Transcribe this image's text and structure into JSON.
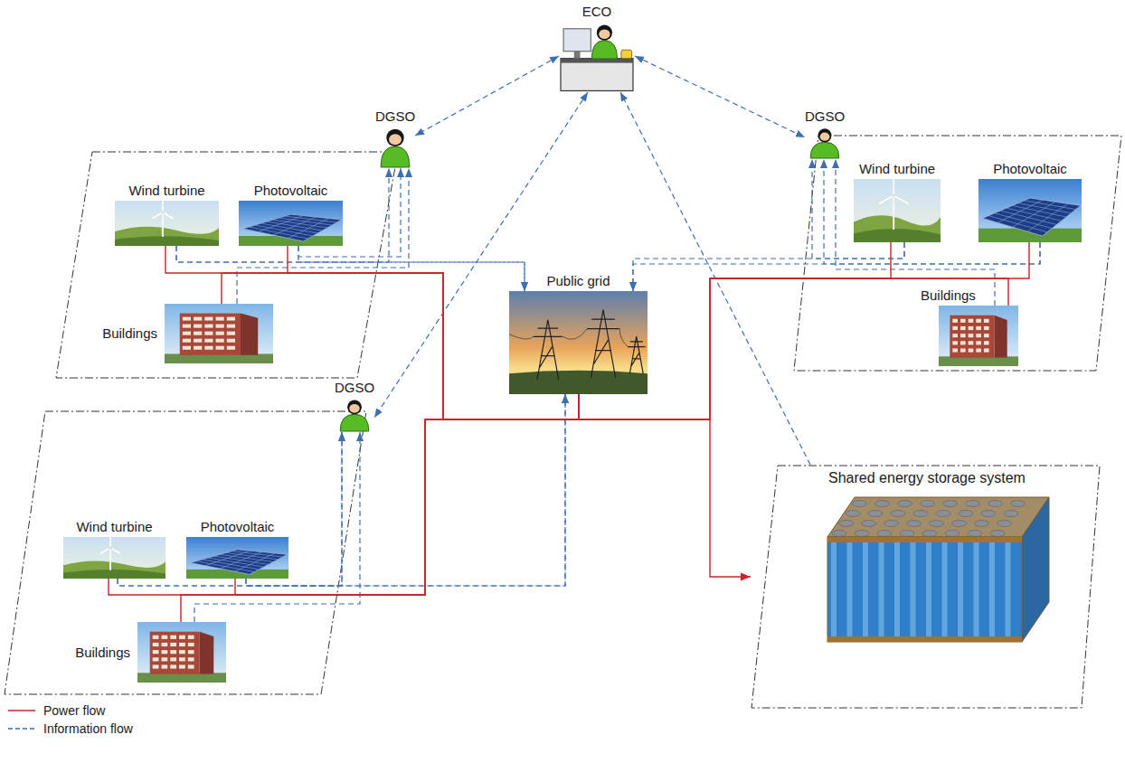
{
  "diagram": {
    "nodes": [
      {
        "text": [
          "ECO"
        ]
      },
      {
        "text": [
          "DGSO"
        ]
      },
      {
        "text": [
          "Wind turbine"
        ]
      },
      {
        "text": [
          "Photovoltaic"
        ]
      },
      {
        "text": [
          "Buildings"
        ]
      },
      {
        "text": [
          "DGSO"
        ]
      },
      {
        "text": [
          "Wind turbine"
        ]
      },
      {
        "text": [
          "Photovoltaic"
        ]
      },
      {
        "text": [
          "Buildings"
        ]
      },
      {
        "text": [
          "Public grid"
        ]
      },
      {
        "text": [
          "DGSO"
        ]
      },
      {
        "text": [
          "Wind turbine"
        ]
      },
      {
        "text": [
          "Photovoltaic"
        ]
      },
      {
        "text": [
          "Buildings"
        ]
      },
      {
        "text": [
          "Shared energy storage system"
        ]
      }
    ],
    "edges": [
      {
        "from": 0,
        "to": 1,
        "arrow": "both"
      },
      {
        "from": 0,
        "to": 5,
        "arrow": "both"
      },
      {
        "from": 0,
        "to": 10,
        "arrow": "both"
      },
      {
        "from": 14,
        "to": 0,
        "arrow": "to"
      },
      {
        "from": 2,
        "to": 1,
        "arrow": "to"
      },
      {
        "from": 3,
        "to": 1,
        "arrow": "to"
      },
      {
        "from": 4,
        "to": 1,
        "arrow": "to"
      },
      {
        "from": 2,
        "to": 9,
        "arrow": "to"
      },
      {
        "from": 3,
        "to": 9,
        "arrow": "to"
      },
      {
        "from": 6,
        "to": 5,
        "arrow": "to"
      },
      {
        "from": 7,
        "to": 5,
        "arrow": "to"
      },
      {
        "from": 8,
        "to": 5,
        "arrow": "to"
      },
      {
        "from": 6,
        "to": 9,
        "arrow": "to"
      },
      {
        "from": 7,
        "to": 9,
        "arrow": "to"
      },
      {
        "from": 11,
        "to": 10,
        "arrow": "to"
      },
      {
        "from": 12,
        "to": 10,
        "arrow": "to"
      },
      {
        "from": 13,
        "to": 10,
        "arrow": "to"
      },
      {
        "from": 11,
        "to": 9,
        "arrow": "to"
      },
      {
        "from": 12,
        "to": 9,
        "arrow": "to"
      },
      {
        "from": 2,
        "to": 9,
        "arrow": "none"
      },
      {
        "from": 3,
        "to": 9,
        "arrow": "none"
      },
      {
        "from": 4,
        "to": 9,
        "arrow": "none"
      },
      {
        "from": 6,
        "to": 9,
        "arrow": "none"
      },
      {
        "from": 7,
        "to": 9,
        "arrow": "none"
      },
      {
        "from": 8,
        "to": 9,
        "arrow": "none"
      },
      {
        "from": 11,
        "to": 9,
        "arrow": "none"
      },
      {
        "from": 12,
        "to": 9,
        "arrow": "none"
      },
      {
        "from": 13,
        "to": 9,
        "arrow": "none"
      },
      {
        "from": 9,
        "to": 14,
        "arrow": "to"
      }
    ],
    "legend": [
      {
        "text": "Power flow"
      },
      {
        "text": "Information flow"
      }
    ]
  }
}
